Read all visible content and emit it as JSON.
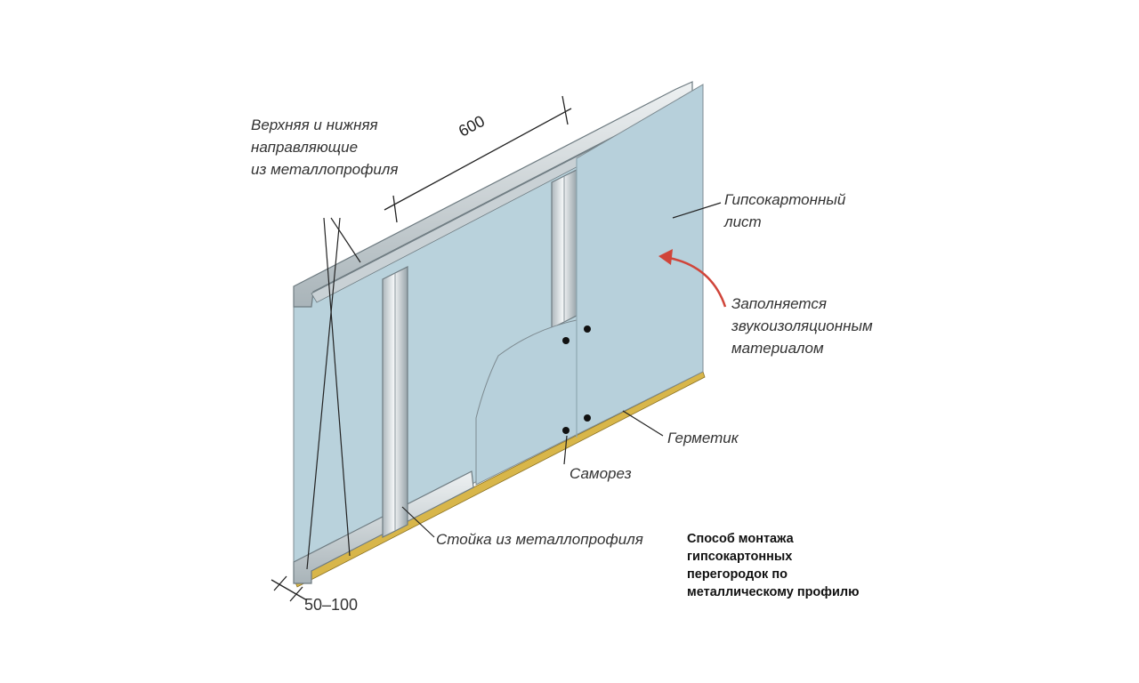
{
  "labels": {
    "guides": [
      "Верхняя и нижняя",
      "направляющие",
      "из металлопрофиля"
    ],
    "spacing": "600",
    "drywall": [
      "Гипсокартонный",
      "лист"
    ],
    "insulation": [
      "Заполняется",
      "звукоизоляционным",
      "материалом"
    ],
    "sealant": "Герметик",
    "screw": "Саморез",
    "stud": "Стойка из металлопрофиля",
    "depth": "50–100"
  },
  "caption": [
    "Способ монтажа",
    "гипсокартонных",
    "перегородок по",
    "металлическому профилю"
  ],
  "colors": {
    "panel": "#b9d2dc",
    "panel_dark": "#a8c4cf",
    "metal": "#d9dfe2",
    "metal_edge": "#7d8a90",
    "sealant": "#d8b64a",
    "arrow": "#d0453a",
    "line": "#222222"
  }
}
